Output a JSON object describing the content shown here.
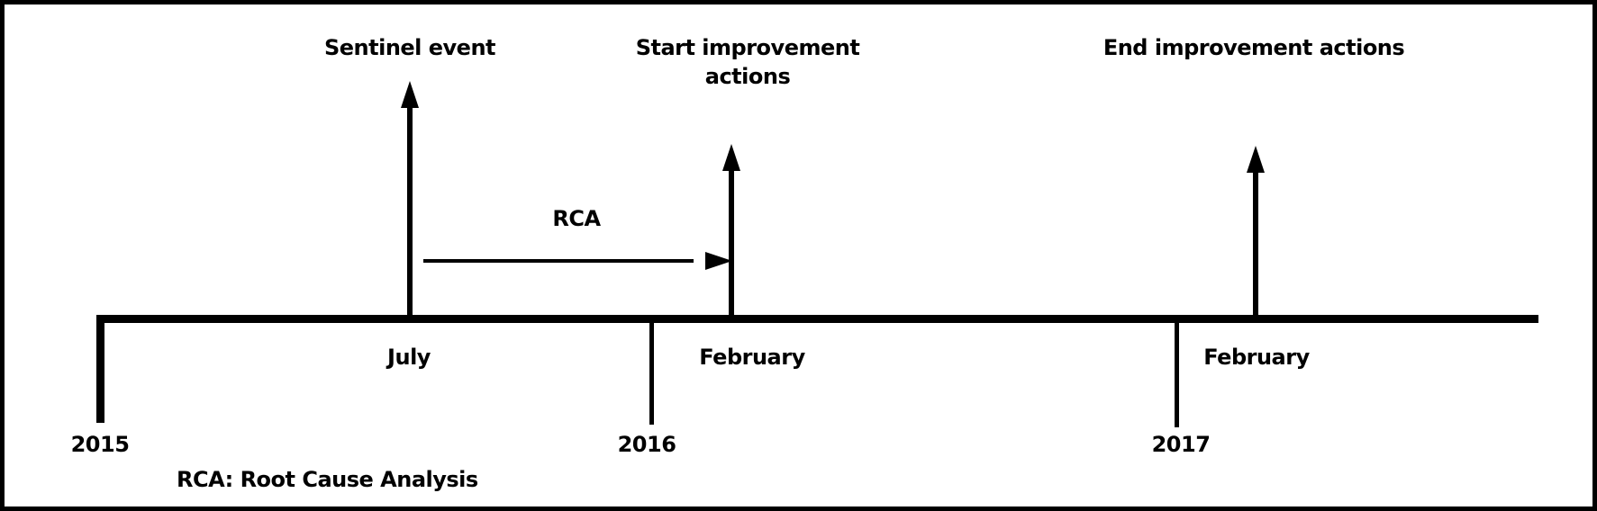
{
  "colors": {
    "line": "#000000",
    "background": "#ffffff"
  },
  "timeline": {
    "years": [
      {
        "label": "2015"
      },
      {
        "label": "2016"
      },
      {
        "label": "2017"
      }
    ],
    "months": [
      {
        "label": "July"
      },
      {
        "label": "February"
      },
      {
        "label": "February"
      }
    ],
    "events": [
      {
        "label": "Sentinel event"
      },
      {
        "label_line1": "Start improvement",
        "label_line2": "actions"
      },
      {
        "label": "End improvement actions"
      }
    ],
    "rca_arrow": {
      "label": "RCA"
    }
  },
  "legend": {
    "text": "RCA: Root Cause Analysis"
  }
}
